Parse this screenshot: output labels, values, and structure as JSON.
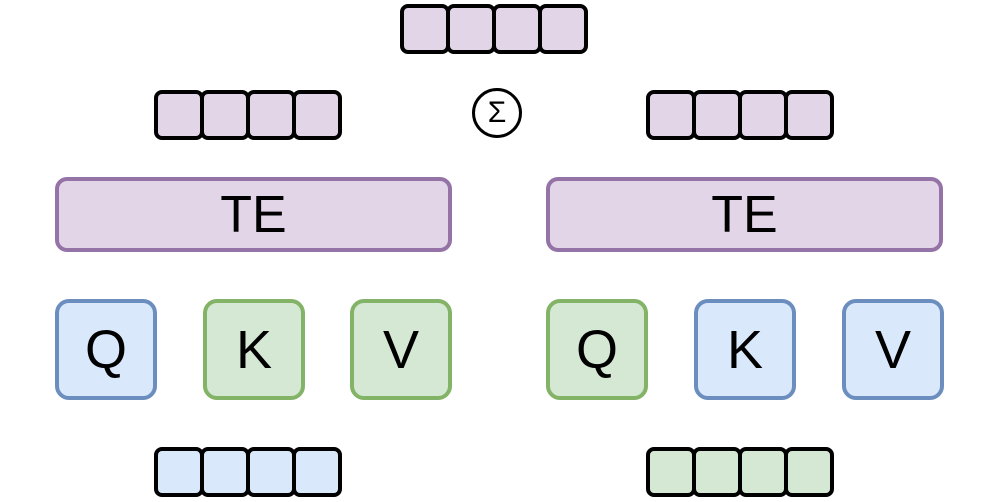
{
  "top_vector": {
    "cells": 4,
    "color": "purple"
  },
  "sum_symbol": "Σ",
  "left": {
    "output_vector": {
      "cells": 4,
      "color": "purple"
    },
    "te_label": "TE",
    "q_label": "Q",
    "k_label": "K",
    "v_label": "V",
    "input_vector": {
      "cells": 4,
      "color": "blue"
    }
  },
  "right": {
    "output_vector": {
      "cells": 4,
      "color": "purple"
    },
    "te_label": "TE",
    "q_label": "Q",
    "k_label": "K",
    "v_label": "V",
    "input_vector": {
      "cells": 4,
      "color": "green"
    }
  },
  "colors": {
    "purple_fill": "#e1d5e7",
    "purple_stroke": "#9673a6",
    "blue_fill": "#dae8fc",
    "blue_stroke": "#6c8ebf",
    "green_fill": "#d5e8d4",
    "green_stroke": "#82b366"
  }
}
